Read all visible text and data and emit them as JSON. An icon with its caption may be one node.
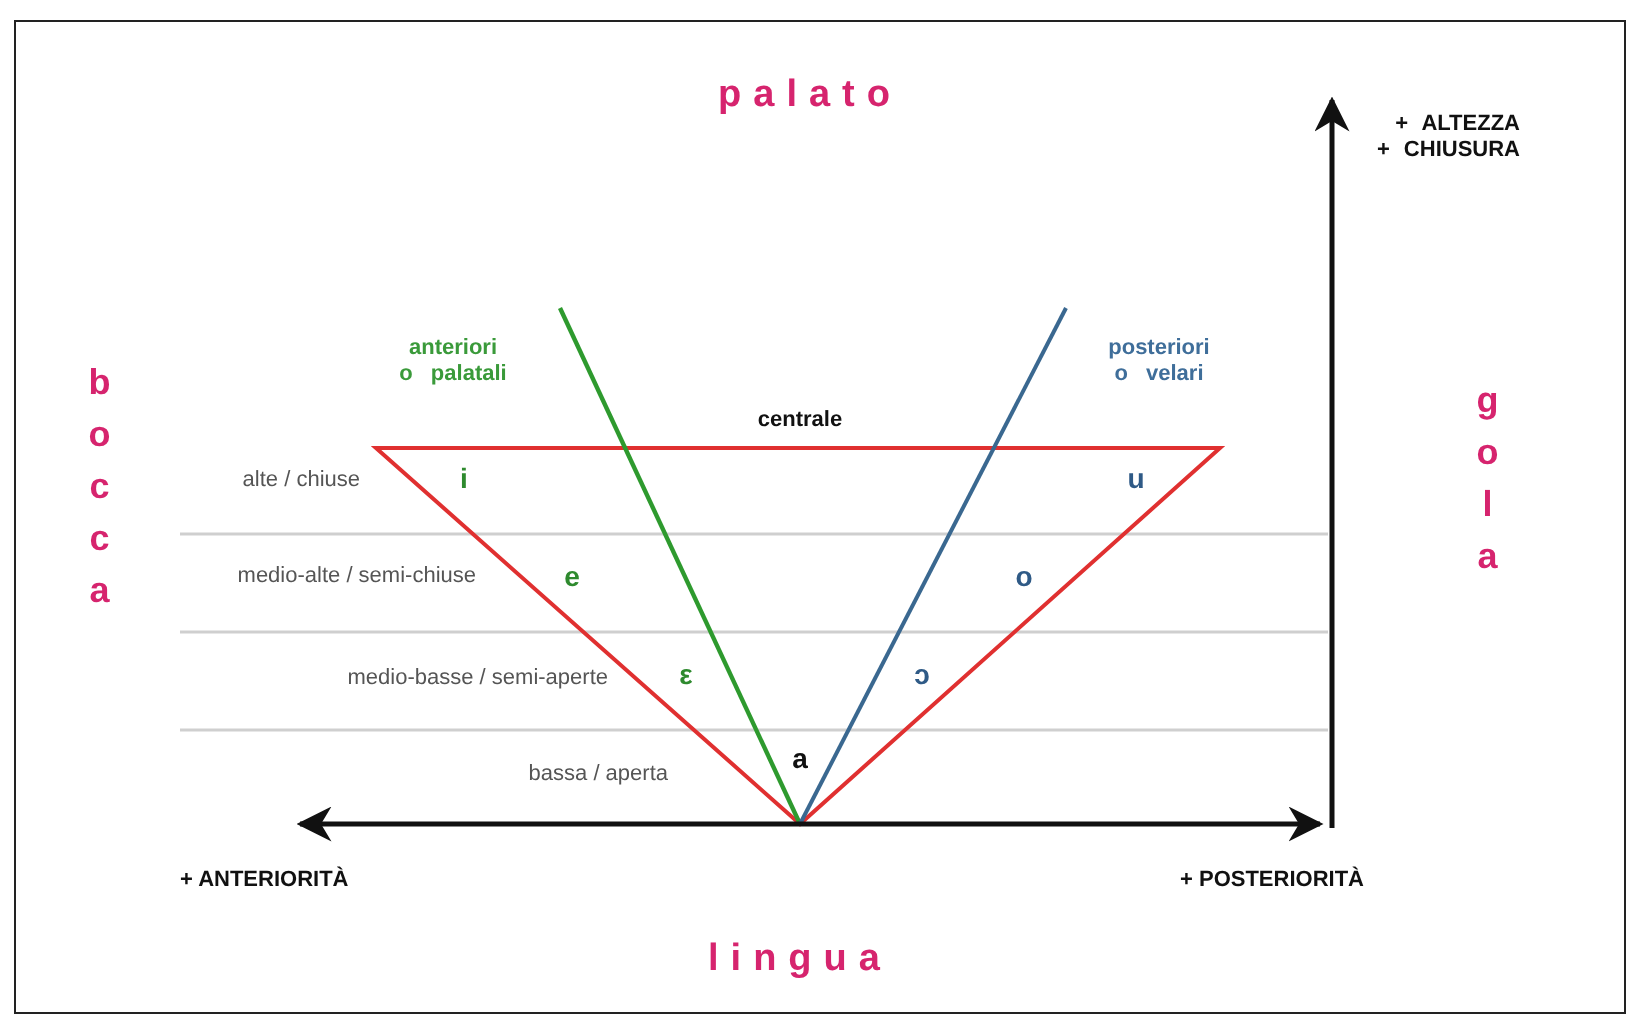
{
  "diagram": {
    "labels": [
      "palato",
      "+ ALTEZZA + CHIUSURA",
      "anteriori o palatali",
      "posteriori o velari",
      "bocca",
      "gola",
      "centrale",
      "alte / chiuse",
      "i",
      "u",
      "medio-alte / semi-chiuse",
      "e",
      "o",
      "medio-basse / semi-aperte",
      "ε",
      "ɔ",
      "a",
      "bassa / aperta",
      "+ ANTERIORITÀ",
      "+ POSTERIORITÀ",
      "lingua"
    ]
  }
}
